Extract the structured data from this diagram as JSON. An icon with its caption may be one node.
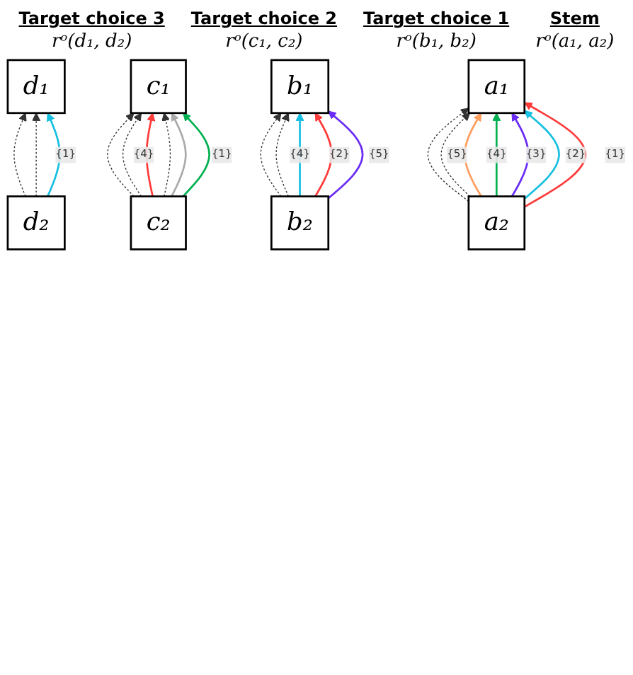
{
  "diagram": {
    "nodes": [
      {
        "text": [
          "a₁"
        ]
      },
      {
        "text": [
          "a₂"
        ]
      },
      {
        "text": [
          "b₁"
        ]
      },
      {
        "text": [
          "b₂"
        ]
      },
      {
        "text": [
          "c₁"
        ]
      },
      {
        "text": [
          "c₂"
        ]
      },
      {
        "text": [
          "d₁"
        ]
      },
      {
        "text": [
          "d₂"
        ]
      }
    ],
    "edges": [
      {
        "from": 1,
        "to": 0,
        "arrow": "to",
        "style": "dashed"
      },
      {
        "from": 1,
        "to": 0,
        "arrow": "to",
        "style": "dashed"
      },
      {
        "from": 1,
        "to": 0,
        "arrow": "to",
        "label": "{5}",
        "color": "#ff9e5e"
      },
      {
        "from": 1,
        "to": 0,
        "arrow": "to",
        "label": "{4}",
        "color": "#00b050"
      },
      {
        "from": 1,
        "to": 0,
        "arrow": "to",
        "label": "{3}",
        "color": "#6a2cf5"
      },
      {
        "from": 1,
        "to": 0,
        "arrow": "to",
        "label": "{2}",
        "color": "#17bfe0"
      },
      {
        "from": 1,
        "to": 0,
        "arrow": "to",
        "label": "{1}",
        "color": "#ff3b3b"
      },
      {
        "from": 3,
        "to": 2,
        "arrow": "to",
        "style": "dashed"
      },
      {
        "from": 3,
        "to": 2,
        "arrow": "to",
        "style": "dashed"
      },
      {
        "from": 3,
        "to": 2,
        "arrow": "to",
        "label": "{4}",
        "color": "#17bfe0"
      },
      {
        "from": 3,
        "to": 2,
        "arrow": "to",
        "label": "{2}",
        "color": "#ff3b3b"
      },
      {
        "from": 3,
        "to": 2,
        "arrow": "to",
        "label": "{5}",
        "color": "#6a2cf5"
      },
      {
        "from": 5,
        "to": 4,
        "arrow": "to",
        "style": "dashed"
      },
      {
        "from": 5,
        "to": 4,
        "arrow": "to",
        "style": "dashed"
      },
      {
        "from": 5,
        "to": 4,
        "arrow": "to",
        "label": "{4}",
        "color": "#ff3b3b"
      },
      {
        "from": 5,
        "to": 4,
        "arrow": "to",
        "style": "dashed"
      },
      {
        "from": 5,
        "to": 4,
        "arrow": "to",
        "color": "#aaaaaa"
      },
      {
        "from": 5,
        "to": 4,
        "arrow": "to",
        "label": "{1}",
        "color": "#00b050"
      },
      {
        "from": 7,
        "to": 6,
        "arrow": "to",
        "style": "dashed"
      },
      {
        "from": 7,
        "to": 6,
        "arrow": "to",
        "style": "dashed"
      },
      {
        "from": 7,
        "to": 6,
        "arrow": "to",
        "label": "{1}",
        "color": "#17bfe0"
      }
    ],
    "labels": [
      "Stem",
      "rᵒ(a₁, a₂)",
      "Target choice 1",
      "rᵒ(b₁, b₂)",
      "Target choice 2",
      "rᵒ(c₁, c₂)",
      "Target choice 3",
      "rᵒ(d₁, d₂)"
    ]
  }
}
